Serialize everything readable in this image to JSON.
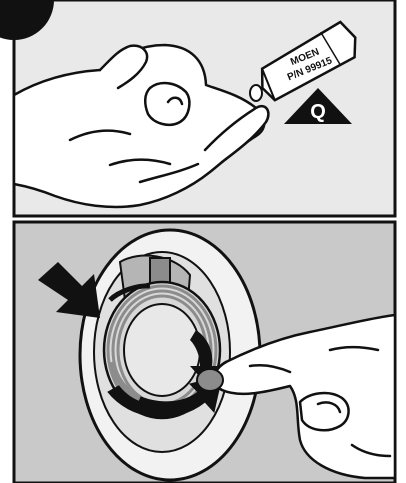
{
  "illustration": {
    "step_badge": {
      "shape": "black-circle",
      "label": ""
    },
    "top_panel": {
      "background": "#e9e9e9",
      "packet_text": {
        "line1": "MOEN",
        "line2": "P/N 99915"
      },
      "callout_letter": "Q"
    },
    "bottom_panel": {
      "background": "#c9c9c9",
      "subject": "threaded-fitting-with-lubricant-being-applied"
    },
    "colors": {
      "ink": "#111111",
      "skin": "#ffffff",
      "gray_dark": "#8c8c8c",
      "gray_mid": "#b5b5b5",
      "gray_light": "#d8d8d8"
    }
  }
}
